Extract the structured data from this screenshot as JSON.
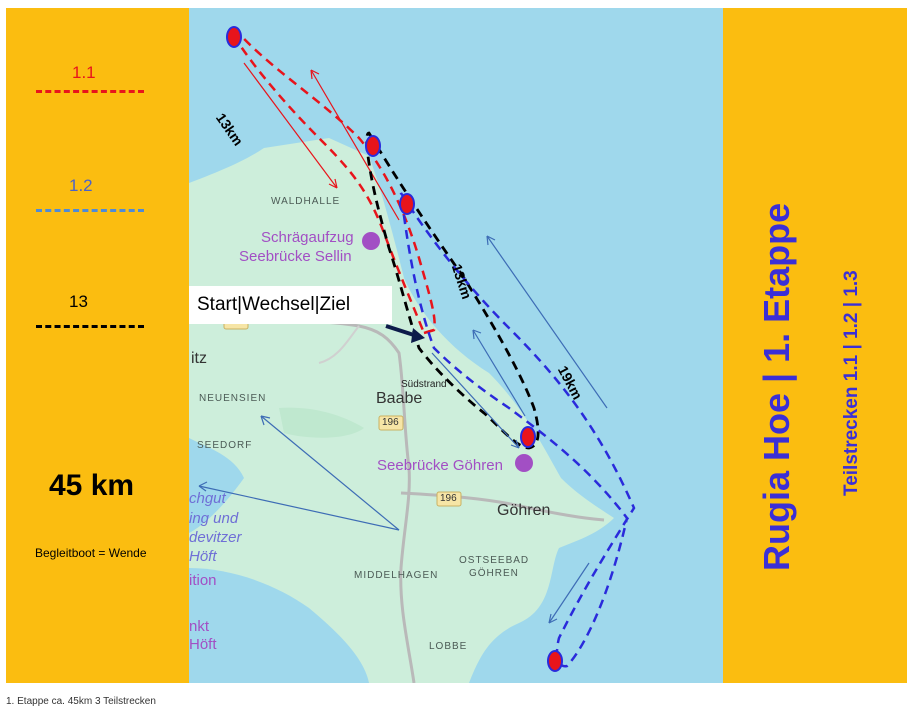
{
  "legend": {
    "items": [
      {
        "label": "1.1",
        "color": "#e8141b"
      },
      {
        "label": "1.2",
        "color": "#4f8bd6"
      },
      {
        "label": "13",
        "color": "#000000"
      }
    ],
    "total": "45 km",
    "note": "Begleitboot = Wende"
  },
  "title": {
    "main": "Rugia Hoe  |  1. Etappe",
    "sub": "Teilstrecken 1.1 | 1.2 | 1.3"
  },
  "callout": "Start|Wechsel|Ziel",
  "map": {
    "places": {
      "waldhalle": "WALDHALLE",
      "neuensien": "NEUENSIEN",
      "seedorf": "SEEDORF",
      "baabe": "Baabe",
      "suedstrand": "Südstrand",
      "goehren": "Göhren",
      "ostseebad_1": "OSTSEEBAD",
      "ostseebad_2": "GÖHREN",
      "middelhagen": "MIDDELHAGEN",
      "lobbe": "LOBBE",
      "partial_itz": "itz",
      "partial_1": "chgut",
      "partial_2": "ing und",
      "partial_3": "devitzer",
      "partial_4": "Höft",
      "partial_5": "ition",
      "partial_6": "nkt",
      "partial_7": "Höft"
    },
    "pois": {
      "sellin_1": "Schrägaufzug",
      "sellin_2": "Seebrücke Sellin",
      "goehren_pier": "Seebrücke Göhren"
    },
    "roads": [
      "196",
      "196",
      "196"
    ],
    "distances": {
      "red": "13km",
      "black": "13km",
      "blue": "19km"
    },
    "colors": {
      "land": "#cdeedb",
      "water": "#9fd8ec",
      "poi": "#a24fc4",
      "panel": "#fbbd10",
      "title": "#3b2fd6"
    }
  },
  "caption": "1. Etappe ca. 45km 3 Teilstrecken"
}
